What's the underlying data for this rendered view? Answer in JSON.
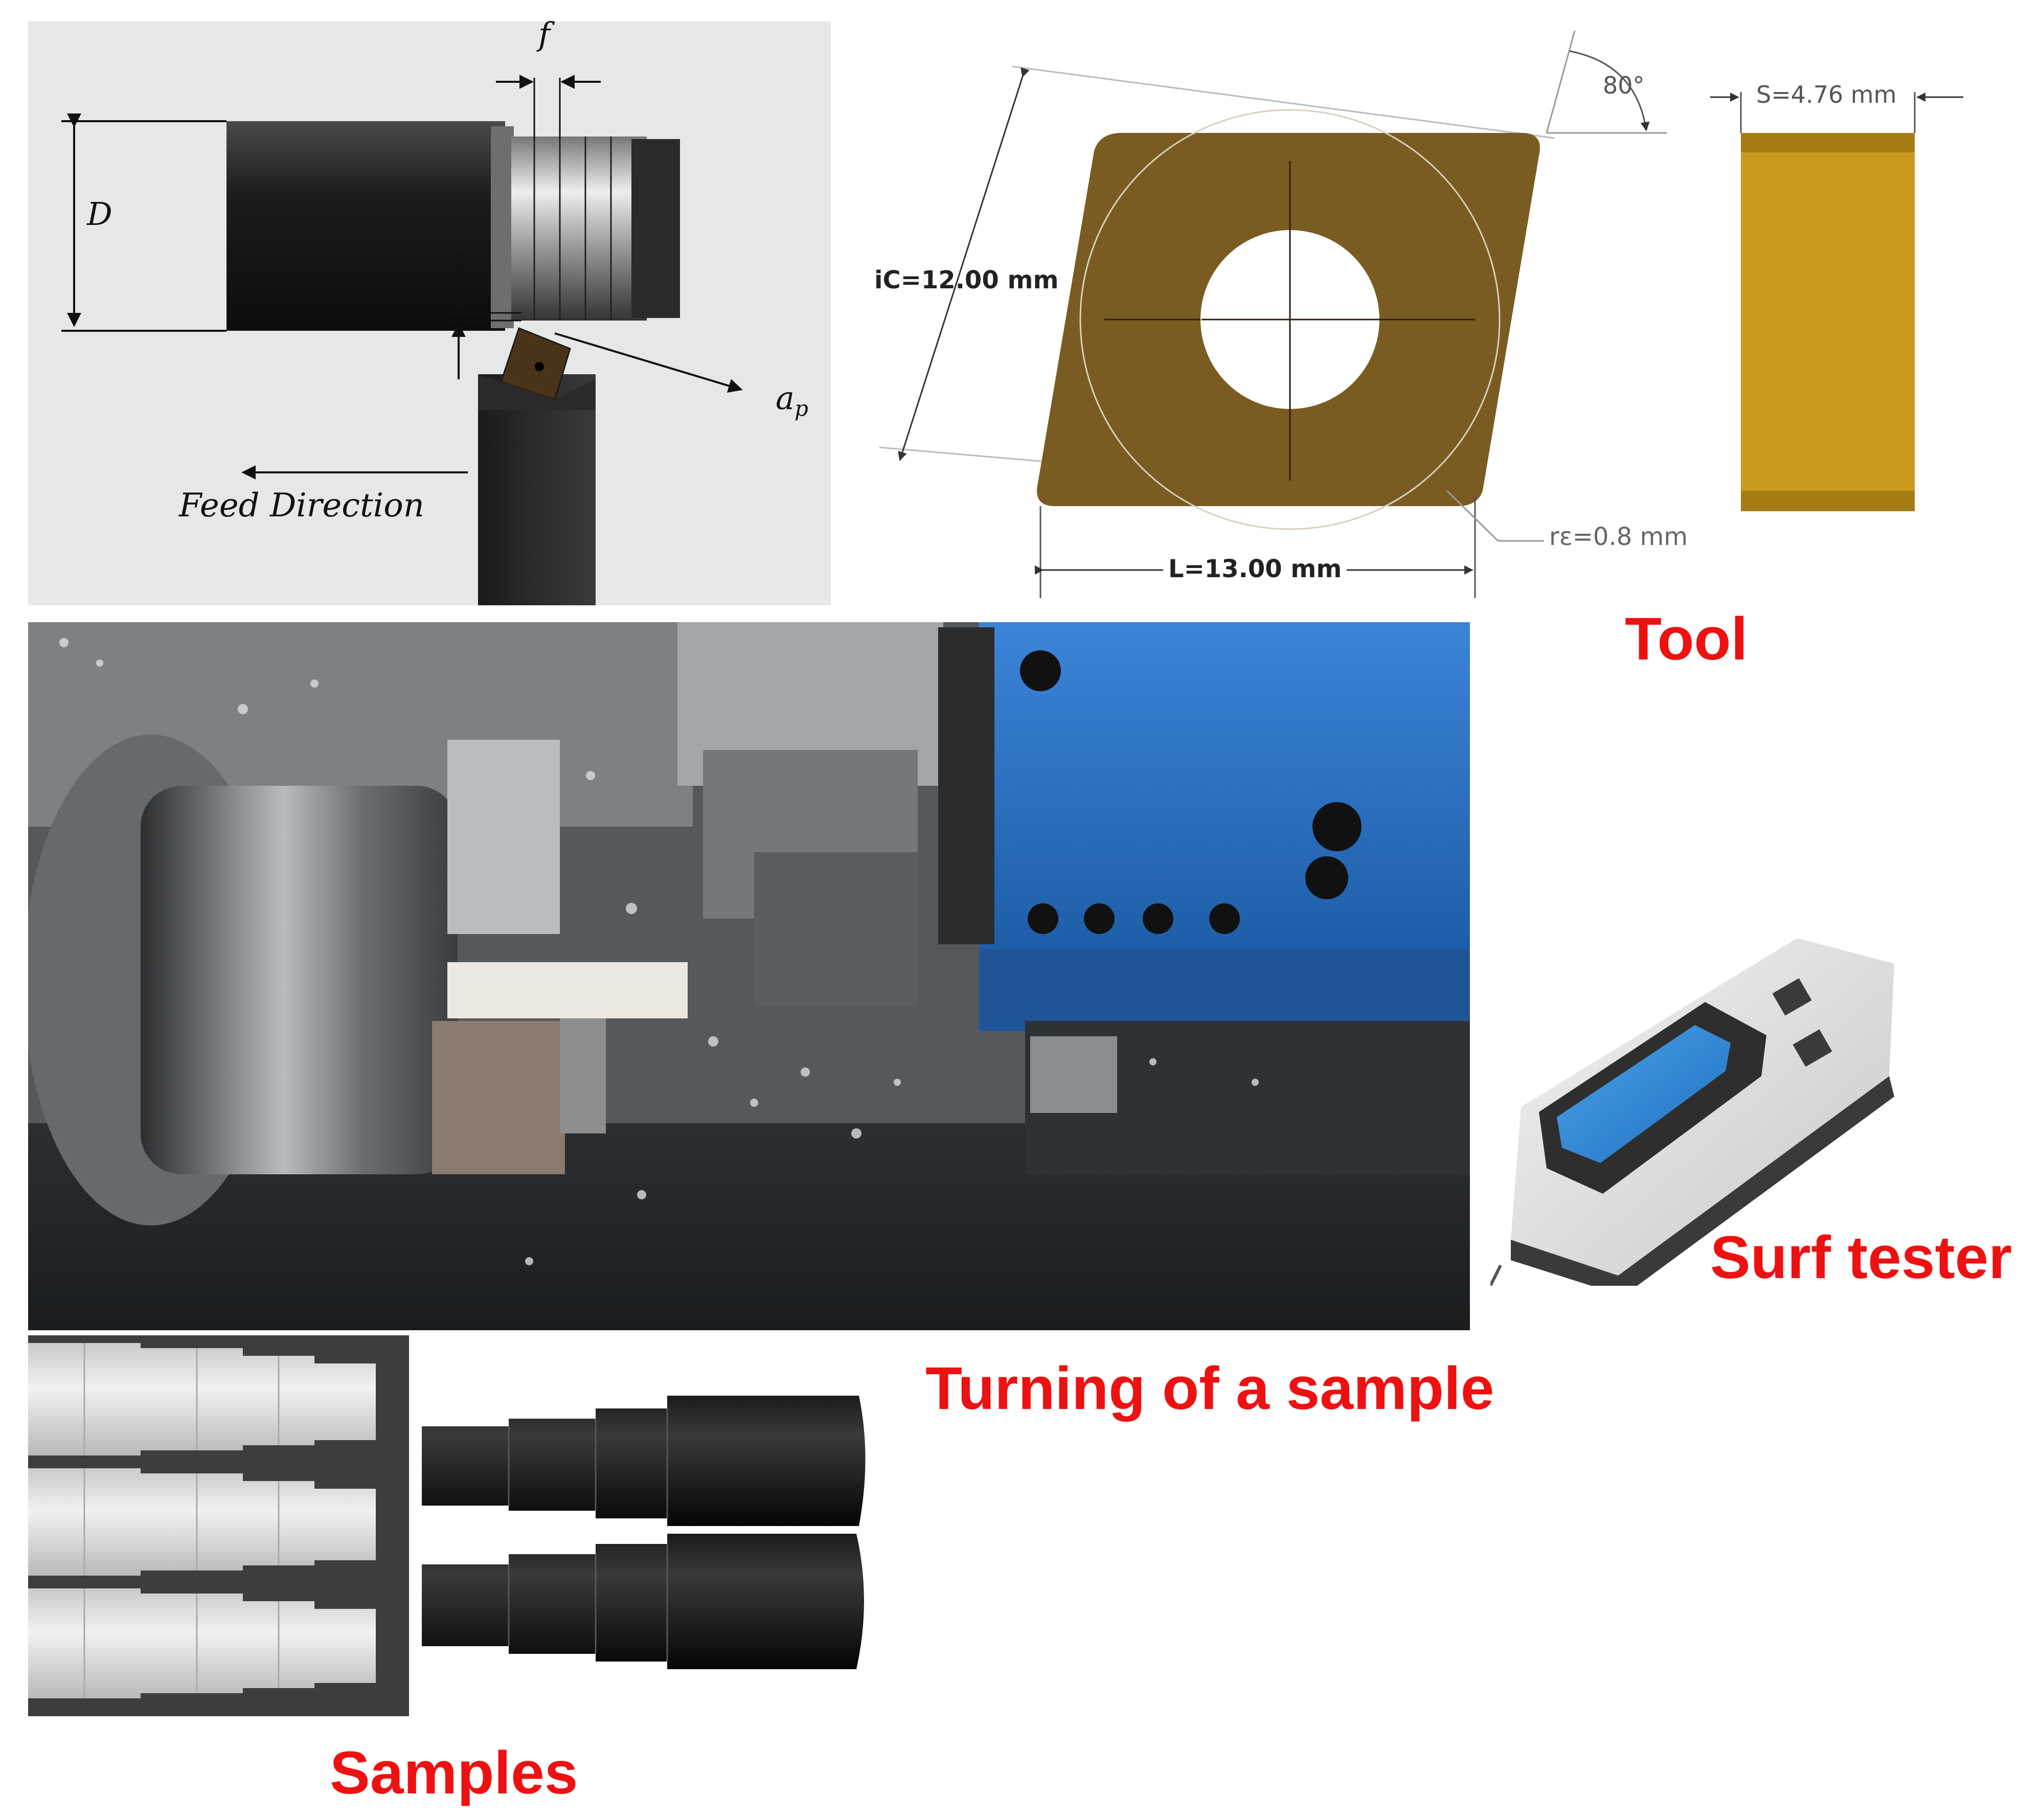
{
  "schematic": {
    "diameter_label": "D",
    "feed_label": "f",
    "depth_label": "a",
    "depth_sub": "p",
    "feed_direction": "Feed Direction"
  },
  "insert_drawing": {
    "ic": "iC=12.00 mm",
    "length": "L=13.00 mm",
    "nose_radius": "rε=0.8 mm",
    "angle": "80°",
    "thickness": "S=4.76 mm"
  },
  "captions": {
    "tool": "Tool",
    "turning": "Turning of a sample",
    "surf_tester": "Surf tester",
    "samples": "Samples"
  },
  "colors": {
    "caption": "#ee1111",
    "insert": "#7a5c22",
    "insert_side": "#c99a1d",
    "lathe_blue": "#2a6fc4"
  }
}
